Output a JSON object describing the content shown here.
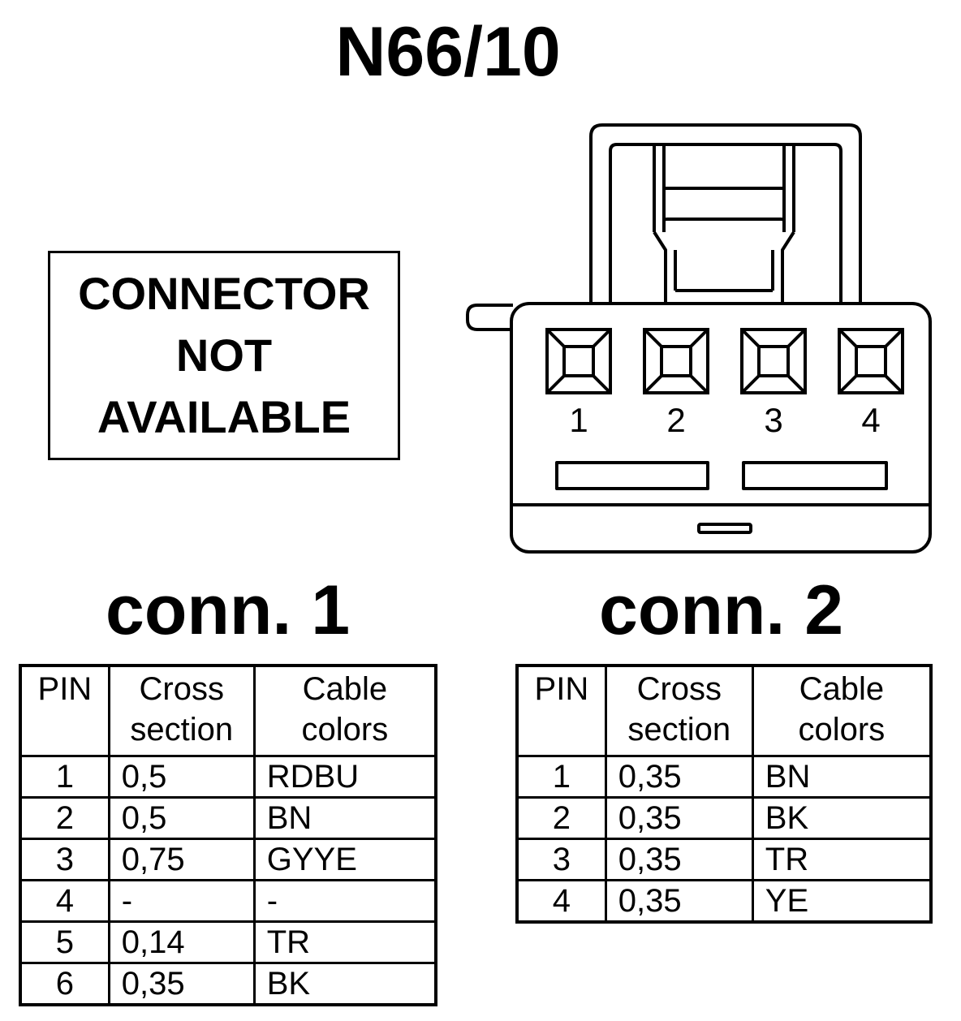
{
  "title": "N66/10",
  "not_available": [
    "CONNECTOR",
    "NOT",
    "AVAILABLE"
  ],
  "connector_pins": [
    "1",
    "2",
    "3",
    "4"
  ],
  "conn1": {
    "label": "conn. 1",
    "headers": {
      "pin": "PIN",
      "cross": [
        "Cross",
        "section"
      ],
      "cable": [
        "Cable",
        "colors"
      ]
    },
    "rows": [
      {
        "pin": "1",
        "cross": "0,5",
        "cable": "RDBU"
      },
      {
        "pin": "2",
        "cross": "0,5",
        "cable": "BN"
      },
      {
        "pin": "3",
        "cross": "0,75",
        "cable": "GYYE"
      },
      {
        "pin": "4",
        "cross": "-",
        "cable": "-"
      },
      {
        "pin": "5",
        "cross": "0,14",
        "cable": "TR"
      },
      {
        "pin": "6",
        "cross": "0,35",
        "cable": "BK"
      }
    ]
  },
  "conn2": {
    "label": "conn. 2",
    "headers": {
      "pin": "PIN",
      "cross": [
        "Cross",
        "section"
      ],
      "cable": [
        "Cable",
        "colors"
      ]
    },
    "rows": [
      {
        "pin": "1",
        "cross": "0,35",
        "cable": "BN"
      },
      {
        "pin": "2",
        "cross": "0,35",
        "cable": "BK"
      },
      {
        "pin": "3",
        "cross": "0,35",
        "cable": "TR"
      },
      {
        "pin": "4",
        "cross": "0,35",
        "cable": "YE"
      }
    ]
  }
}
